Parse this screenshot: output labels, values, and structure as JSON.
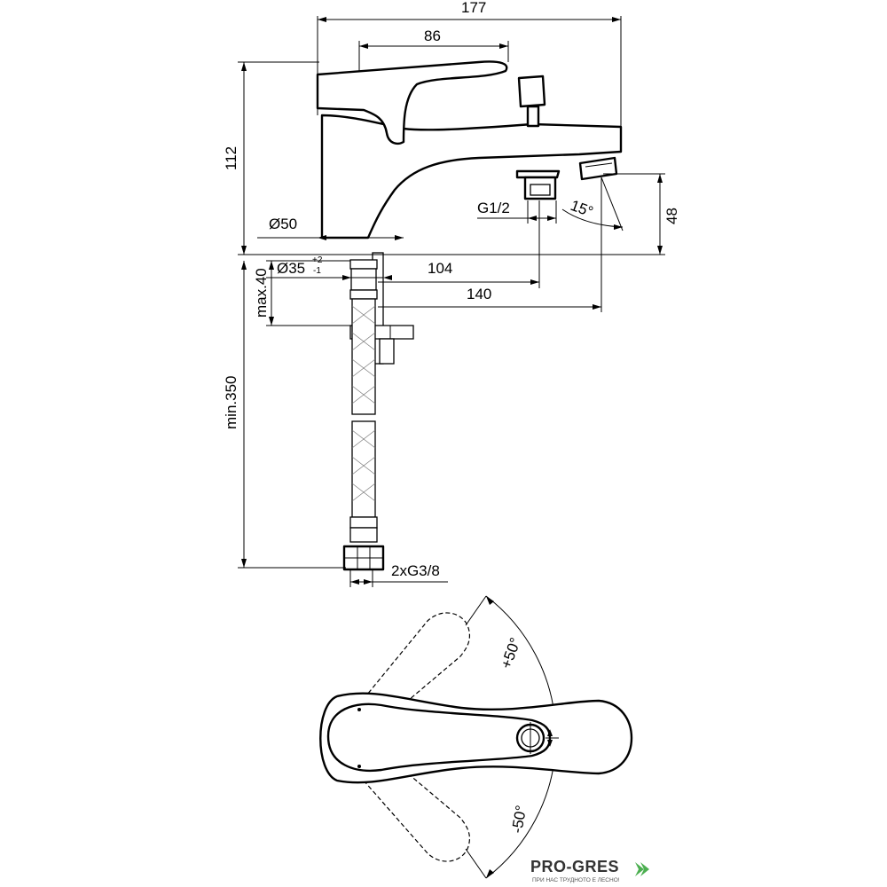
{
  "dimensions": {
    "overall_width": "177",
    "handle_offset": "86",
    "height": "112",
    "outlet_height": "48",
    "base_diameter": "Ø50",
    "hole_diameter": "Ø35",
    "hole_tol_plus": "+2",
    "hole_tol_minus": "-1",
    "outlet_distance_1": "104",
    "outlet_distance_2": "140",
    "deck_thickness": "max.40",
    "hose_length": "min.350",
    "hose_connection": "2xG3/8",
    "outlet_thread": "G1/2",
    "outlet_angle": "15°",
    "rotation_plus": "+50°",
    "rotation_minus": "-50°"
  },
  "watermark": {
    "brand": "PRO-GRES",
    "tagline": "ПРИ НАС ТРУДНОТО Е ЛЕСНО!",
    "color": "#4caf50"
  }
}
